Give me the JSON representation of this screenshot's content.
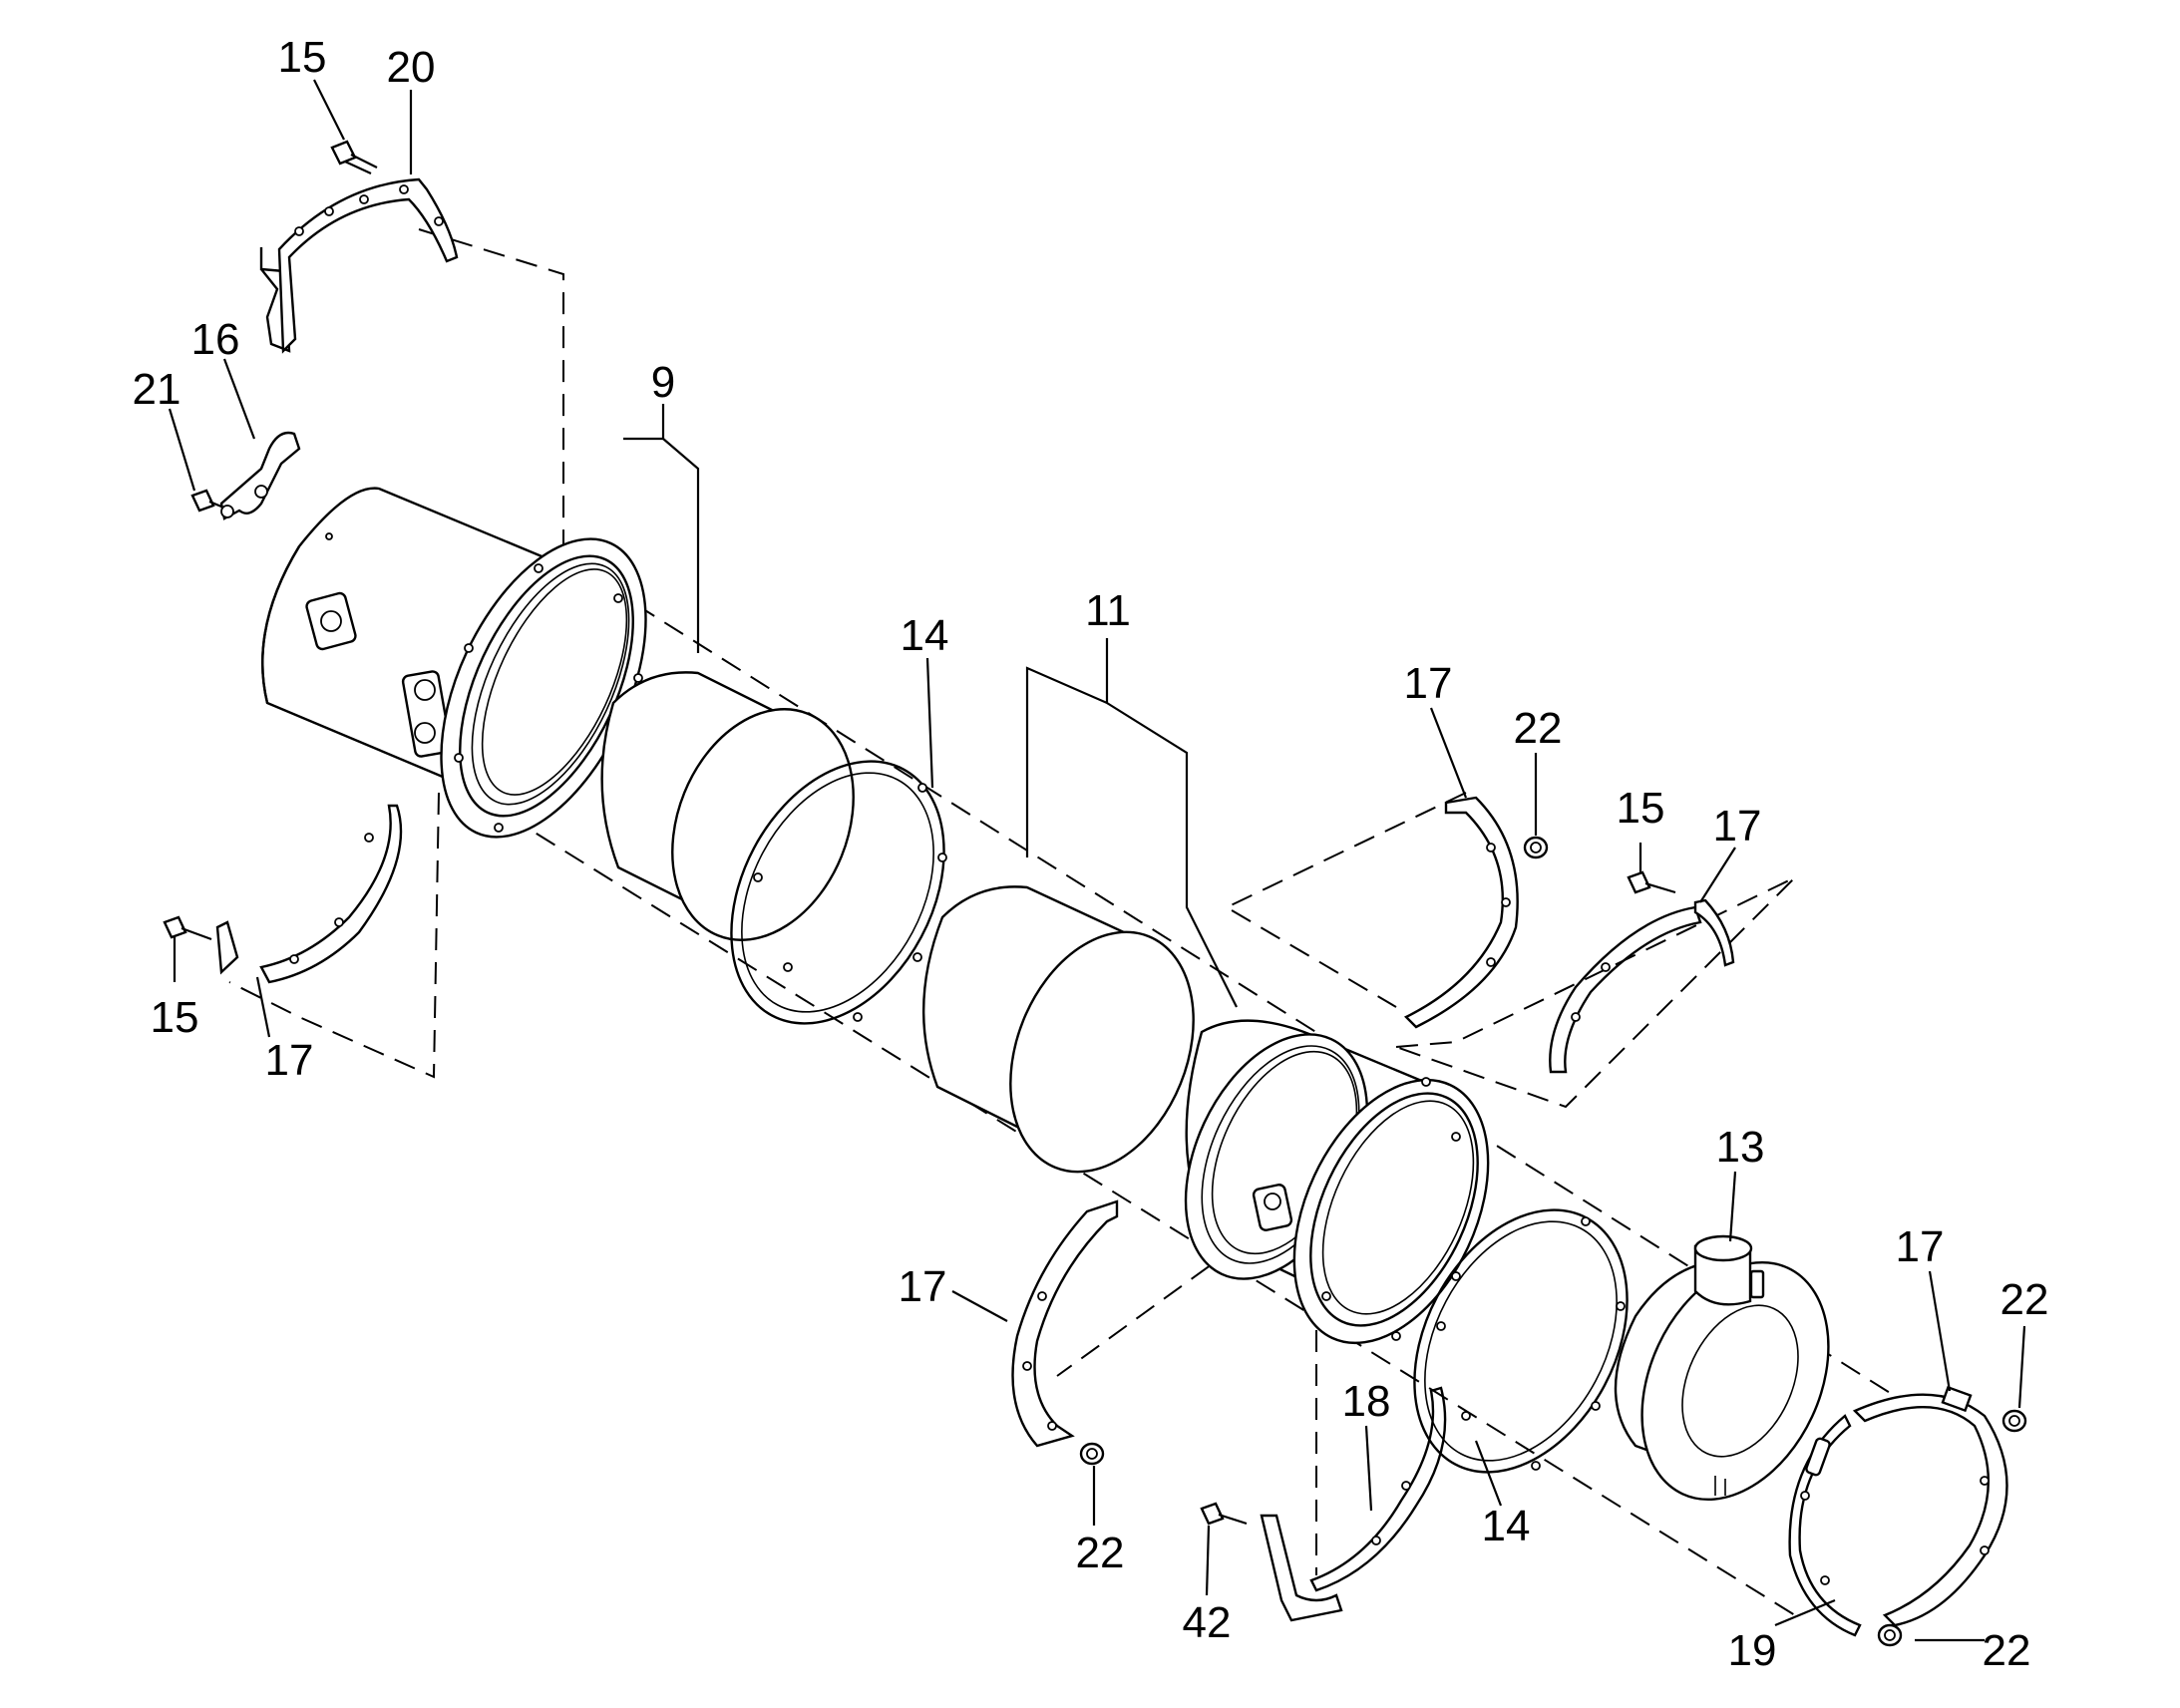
{
  "callouts": [
    {
      "id": "c-15a",
      "text": "15"
    },
    {
      "id": "c-20",
      "text": "20"
    },
    {
      "id": "c-16",
      "text": "16"
    },
    {
      "id": "c-21",
      "text": "21"
    },
    {
      "id": "c-9",
      "text": "9"
    },
    {
      "id": "c-14a",
      "text": "14"
    },
    {
      "id": "c-11",
      "text": "11"
    },
    {
      "id": "c-17a",
      "text": "17"
    },
    {
      "id": "c-22a",
      "text": "22"
    },
    {
      "id": "c-15b",
      "text": "15"
    },
    {
      "id": "c-17b",
      "text": "17"
    },
    {
      "id": "c-15c",
      "text": "15"
    },
    {
      "id": "c-17c",
      "text": "17"
    },
    {
      "id": "c-13",
      "text": "13"
    },
    {
      "id": "c-17d",
      "text": "17"
    },
    {
      "id": "c-22b",
      "text": "22"
    },
    {
      "id": "c-17e",
      "text": "17"
    },
    {
      "id": "c-18",
      "text": "18"
    },
    {
      "id": "c-22c",
      "text": "22"
    },
    {
      "id": "c-42",
      "text": "42"
    },
    {
      "id": "c-14b",
      "text": "14"
    },
    {
      "id": "c-19",
      "text": "19"
    },
    {
      "id": "c-22d",
      "text": "22"
    }
  ]
}
